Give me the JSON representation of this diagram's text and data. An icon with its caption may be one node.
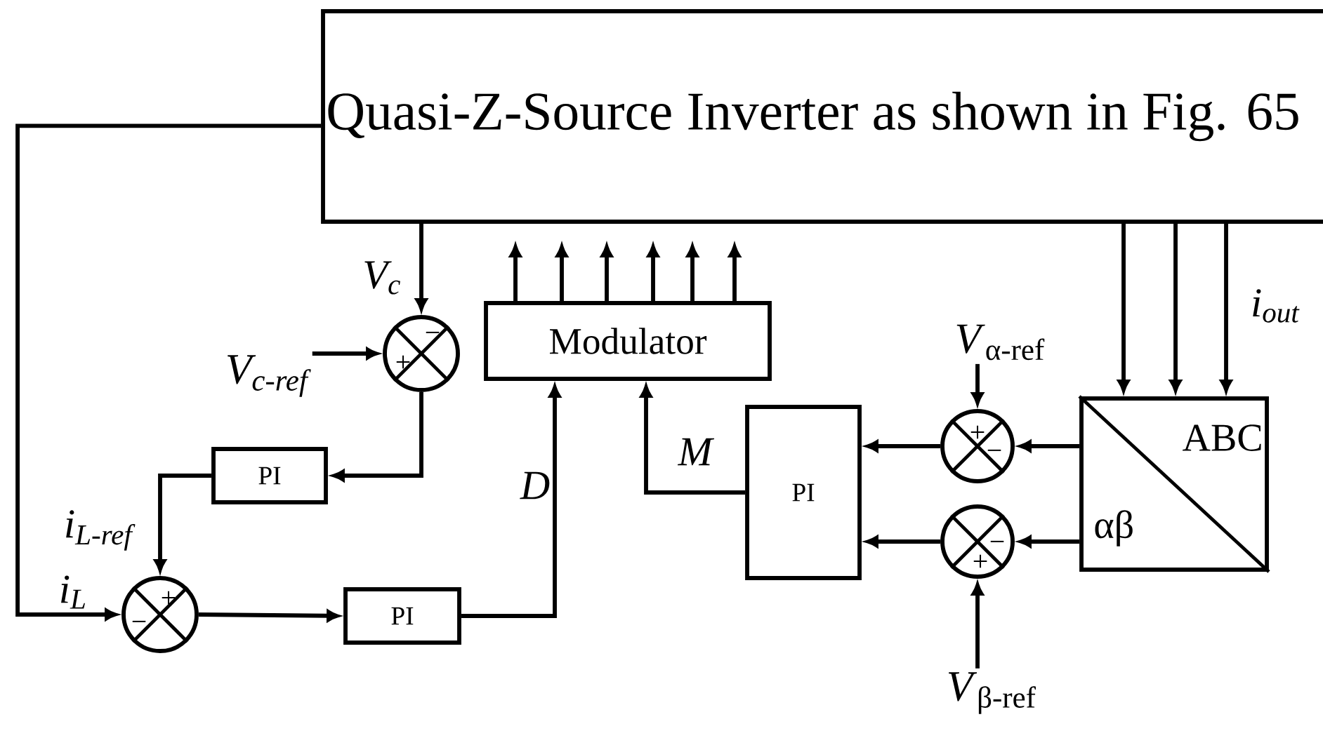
{
  "diagram": {
    "nodes": [
      {
        "text": [
          "Quasi-Z-Source Inverter as shown in Fig. 65"
        ]
      },
      {
        "text": [
          "Modulator"
        ]
      },
      {
        "text": [
          "−",
          "+"
        ]
      },
      {
        "text": [
          "PI"
        ]
      },
      {
        "text": [
          "+",
          "−"
        ]
      },
      {
        "text": [
          "PI"
        ]
      },
      {
        "text": [
          "PI"
        ]
      },
      {
        "text": [
          "+",
          "−"
        ]
      },
      {
        "text": [
          "−",
          "+"
        ]
      },
      {
        "text": [
          "ABC",
          "αβ"
        ]
      },
      {
        "text": [
          "V$_{c-ref}$"
        ]
      },
      {
        "text": [
          "*V*$_{α-ref}$"
        ]
      },
      {
        "text": [
          "*V*$_{β-ref}$"
        ]
      }
    ],
    "edges": [
      {
        "from": 0,
        "to": 2,
        "arrow": "to",
        "label": "V$_{c}$"
      },
      {
        "from": 10,
        "to": 2,
        "arrow": "to"
      },
      {
        "from": 2,
        "to": 3,
        "arrow": "to"
      },
      {
        "from": 3,
        "to": 4,
        "arrow": "to",
        "label": "i$_{L-ref}$"
      },
      {
        "from": 0,
        "to": 4,
        "arrow": "to",
        "label": "i$_{L}$"
      },
      {
        "from": 4,
        "to": 5,
        "arrow": "to"
      },
      {
        "from": 5,
        "to": 1,
        "arrow": "to",
        "label": "D"
      },
      {
        "from": 6,
        "to": 1,
        "arrow": "to",
        "label": "M"
      },
      {
        "from": 1,
        "to": null,
        "arrow": "to"
      },
      {
        "from": 1,
        "to": null,
        "arrow": "to"
      },
      {
        "from": 1,
        "to": null,
        "arrow": "to"
      },
      {
        "from": 1,
        "to": null,
        "arrow": "to"
      },
      {
        "from": 1,
        "to": null,
        "arrow": "to"
      },
      {
        "from": 1,
        "to": null,
        "arrow": "to"
      },
      {
        "from": 0,
        "to": 9,
        "arrow": "to"
      },
      {
        "from": 0,
        "to": 9,
        "arrow": "to"
      },
      {
        "from": 0,
        "to": 9,
        "arrow": "to",
        "label": "i$_{out}$"
      },
      {
        "from": 9,
        "to": 7,
        "arrow": "to"
      },
      {
        "from": 9,
        "to": 8,
        "arrow": "to"
      },
      {
        "from": 7,
        "to": 6,
        "arrow": "to"
      },
      {
        "from": 8,
        "to": 6,
        "arrow": "to"
      },
      {
        "from": 11,
        "to": 7,
        "arrow": "to"
      },
      {
        "from": 12,
        "to": 8,
        "arrow": "to"
      }
    ]
  }
}
